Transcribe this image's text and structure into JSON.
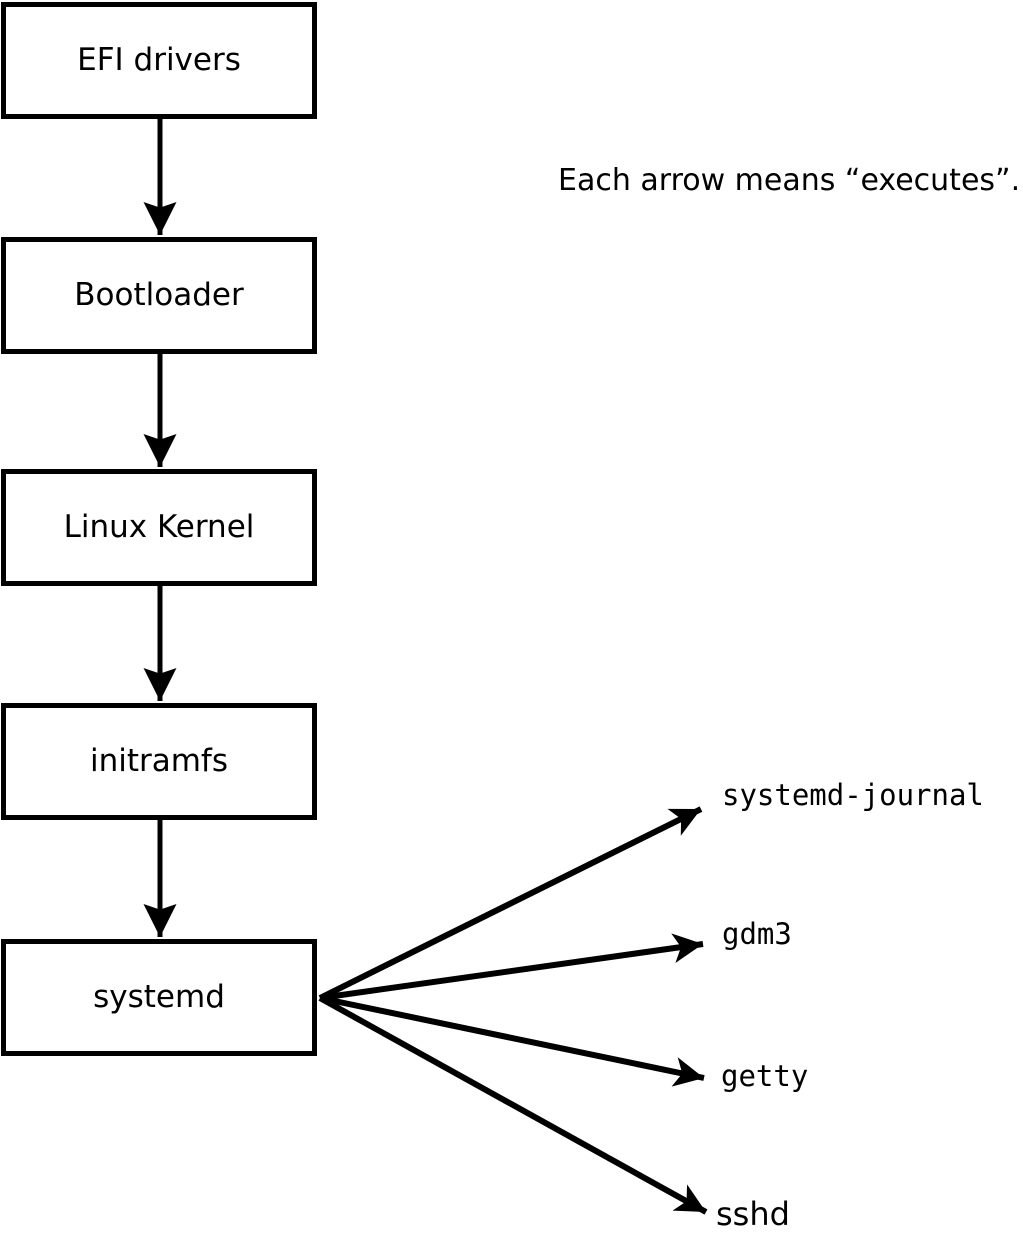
{
  "note": "Each arrow means “executes”.",
  "colors": {
    "ink": "#000000",
    "background": "#ffffff"
  },
  "flowchart": {
    "boxes": [
      {
        "label": "EFI drivers"
      },
      {
        "label": "Bootloader"
      },
      {
        "label": "Linux Kernel"
      },
      {
        "label": "initramfs"
      },
      {
        "label": "systemd"
      }
    ],
    "spawned_processes": [
      {
        "label": "systemd-journal"
      },
      {
        "label": "gdm3"
      },
      {
        "label": "getty"
      },
      {
        "label": "sshd"
      }
    ]
  }
}
